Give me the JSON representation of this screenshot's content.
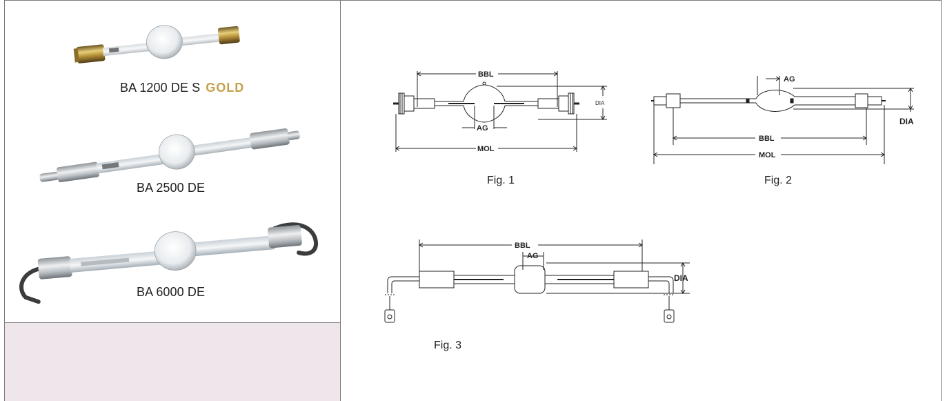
{
  "lamps": [
    {
      "name": "BA 1200 DE S",
      "badge": "GOLD"
    },
    {
      "name": "BA 2500 DE"
    },
    {
      "name": "BA 6000 DE"
    }
  ],
  "figures": {
    "fig1": {
      "caption": "Fig. 1",
      "labels": {
        "bbl": "BBL",
        "dia": "DIA",
        "ag": "AG",
        "mol": "MOL"
      }
    },
    "fig2": {
      "caption": "Fig. 2",
      "labels": {
        "ag": "AG",
        "dia": "DIA",
        "bbl": "BBL",
        "mol": "MOL"
      }
    },
    "fig3": {
      "caption": "Fig. 3",
      "labels": {
        "bbl": "BBL",
        "ag": "AG",
        "dia": "DIA"
      }
    }
  },
  "colors": {
    "gold": "#c4a24a",
    "pink_panel": "#efe6ec",
    "line": "#231f20"
  }
}
